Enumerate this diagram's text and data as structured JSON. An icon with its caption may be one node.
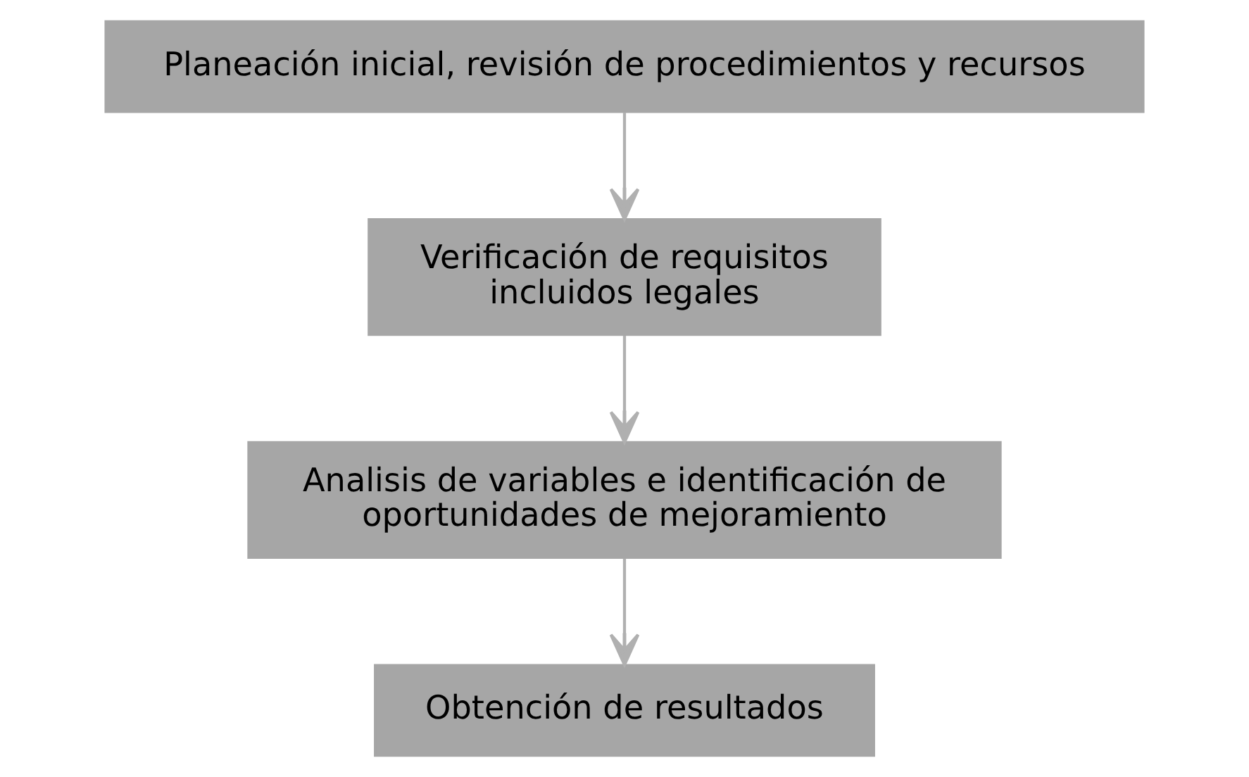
{
  "diagram": {
    "nodes": [
      {
        "text": [
          "Planeación inicial, revisión de procedimientos y recursos"
        ]
      },
      {
        "text": [
          "Verificación de requisitos incluidos legales"
        ]
      },
      {
        "text": [
          "Analisis de variables e identificación de oportunidades de mejoramiento"
        ]
      },
      {
        "text": [
          "Obtención de resultados"
        ]
      }
    ],
    "edges": [
      {
        "from": 0,
        "to": 1,
        "arrow": "to"
      },
      {
        "from": 1,
        "to": 2,
        "arrow": "to"
      },
      {
        "from": 2,
        "to": 3,
        "arrow": "to"
      }
    ]
  }
}
